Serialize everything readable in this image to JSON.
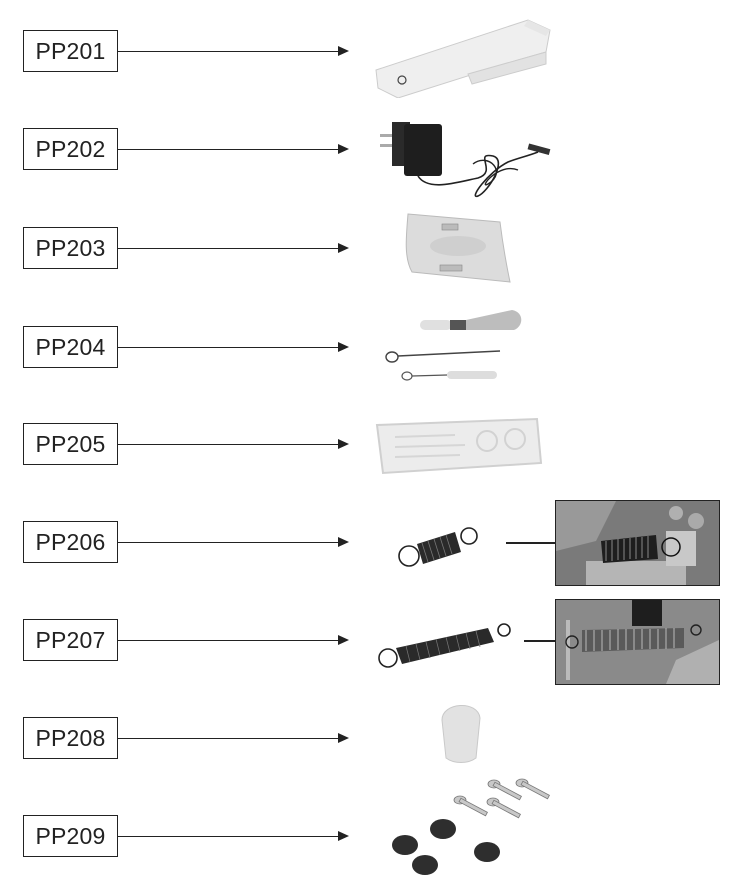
{
  "diagram": {
    "type": "parts-list",
    "parts": [
      {
        "code": "PP201",
        "icon": "cover-lid-icon"
      },
      {
        "code": "PP202",
        "icon": "power-adapter-icon"
      },
      {
        "code": "PP203",
        "icon": "scraper-icon"
      },
      {
        "code": "PP204",
        "icon": "cleaning-brushes-icon"
      },
      {
        "code": "PP205",
        "icon": "label-plate-icon"
      },
      {
        "code": "PP206",
        "icon": "short-spring-icon",
        "has_installed_photo": true
      },
      {
        "code": "PP207",
        "icon": "long-spring-icon",
        "has_installed_photo": true
      },
      {
        "code": "PP208",
        "icon": "rubber-cap-icon"
      },
      {
        "code": "PP209",
        "icon": "screws-and-feet-icon"
      }
    ]
  }
}
